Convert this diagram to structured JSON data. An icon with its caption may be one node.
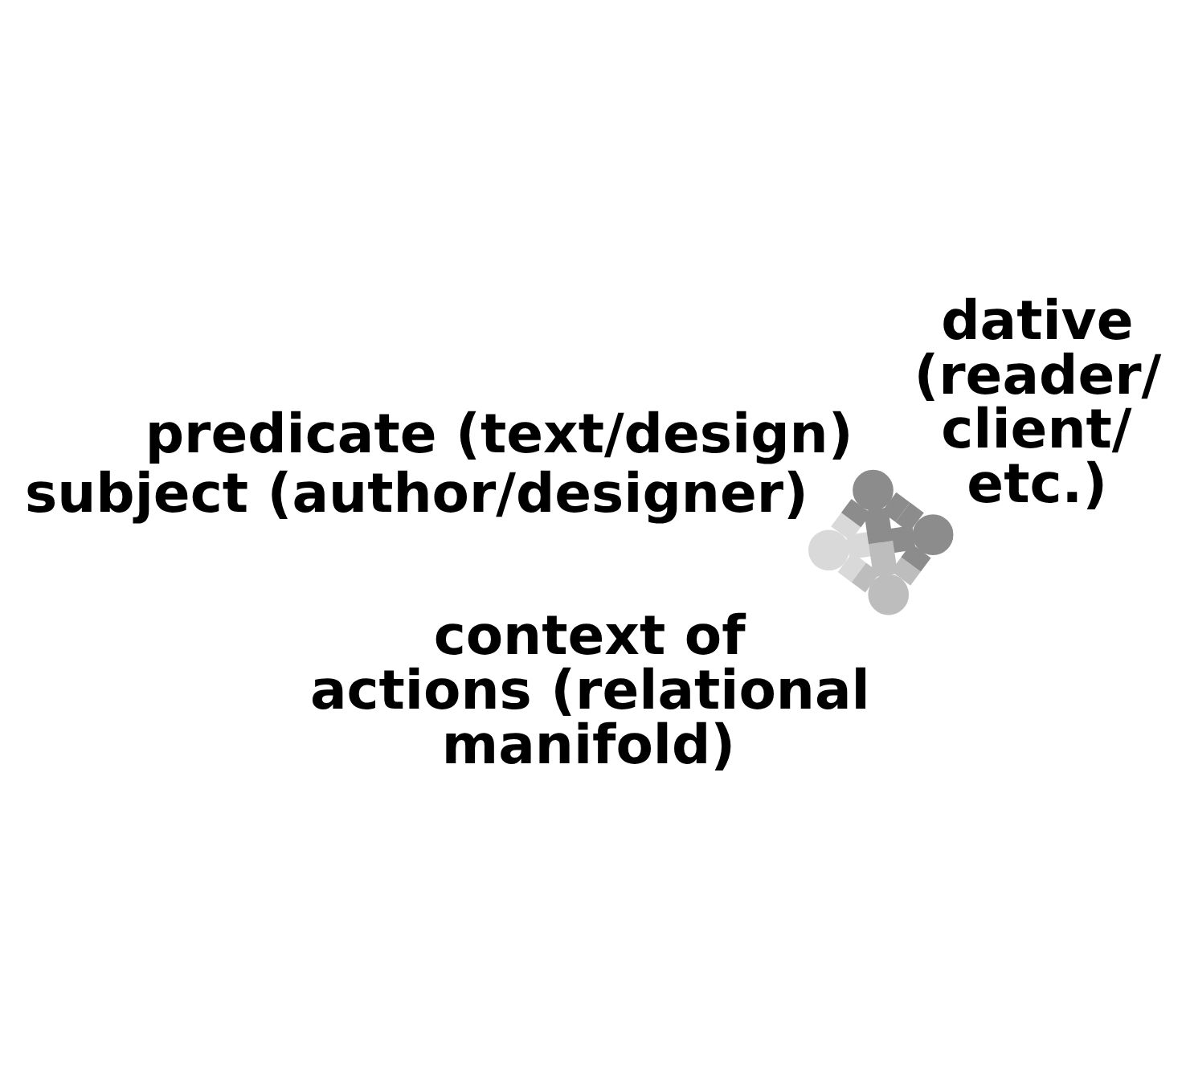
{
  "diagram": {
    "nodes": [
      {
        "text": [],
        "shape": "circle",
        "beside": [
          "subject (author/designer)"
        ]
      },
      {
        "text": [],
        "shape": "circle",
        "beside": [
          "dative (reader/ client/ etc.)"
        ]
      },
      {
        "text": [],
        "shape": "circle",
        "beside": [
          "context of actions (relational manifold)"
        ]
      },
      {
        "text": [],
        "shape": "circle",
        "beside": [
          "predicate (text/design)"
        ]
      }
    ],
    "edges": [
      {
        "from": 0,
        "to": 1,
        "arrow": "none"
      },
      {
        "from": 0,
        "to": 2,
        "arrow": "none"
      },
      {
        "from": 0,
        "to": 3,
        "arrow": "none"
      },
      {
        "from": 2,
        "to": 1,
        "arrow": "none"
      },
      {
        "from": 2,
        "to": 3,
        "arrow": "none"
      },
      {
        "from": 1,
        "to": 3,
        "arrow": "none"
      }
    ]
  }
}
